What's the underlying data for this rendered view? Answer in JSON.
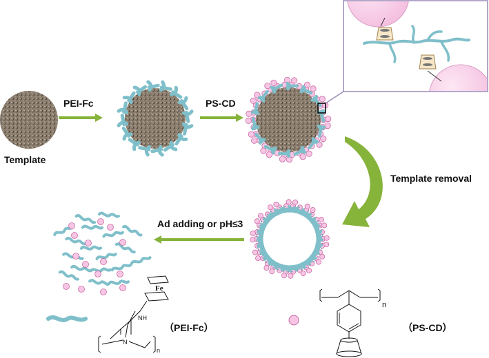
{
  "labels": {
    "template": "Template",
    "step_pei": "PEI-Fc",
    "step_ps": "PS-CD",
    "template_removal": "Template removal",
    "disassembly": "Ad adding or pH≤3",
    "legend_pei": "（PEI-Fc）",
    "legend_ps": "（PS-CD）"
  },
  "chem": {
    "fc": "Fe",
    "nh": "NH",
    "n": "N",
    "sub_n": "n"
  },
  "colors": {
    "template_fill": "#8a7d6e",
    "polymer": "#7fbfca",
    "polymer_dark": "#5a9aa8",
    "particle_fill": "#f7c6e4",
    "particle_stroke": "#c96aa6",
    "arrow_green": "#86b33a",
    "inset_border": "#9a8ab8"
  }
}
